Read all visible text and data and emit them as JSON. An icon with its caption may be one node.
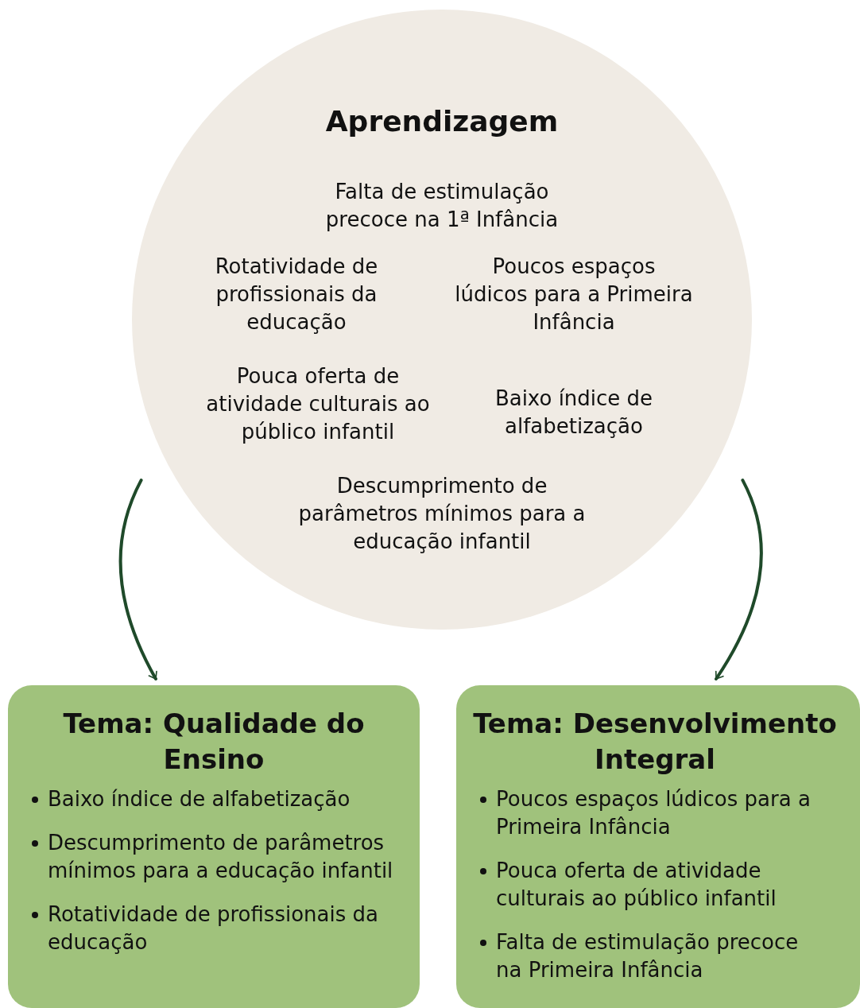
{
  "diagram": {
    "nodes": [
      {
        "text": [
          "Aprendizagem",
          "Falta de estimulação precoce na 1ª Infância",
          "Rotatividade de profissionais da educação",
          "Poucos espaços lúdicos para a Primeira Infância",
          "Pouca oferta de atividade culturais ao público infantil",
          "Baixo índice de alfabetização",
          "Descumprimento de parâmetros mínimos para a educação infantil"
        ]
      },
      {
        "text": [
          "Tema: Qualidade do Ensino",
          "Baixo índice de alfabetização",
          "Descumprimento de parâmetros mínimos para a educação infantil",
          "Rotatividade de profissionais da educação"
        ]
      },
      {
        "text": [
          "Tema: Desenvolvimento Integral",
          "Poucos espaços lúdicos para a Primeira Infância",
          "Pouca oferta de atividade culturais ao público infantil",
          "Falta de estimulação precoce na Primeira Infância"
        ]
      }
    ],
    "edges": [
      {
        "from": 0,
        "to": 1,
        "arrow": "to"
      },
      {
        "from": 0,
        "to": 2,
        "arrow": "to"
      }
    ]
  }
}
